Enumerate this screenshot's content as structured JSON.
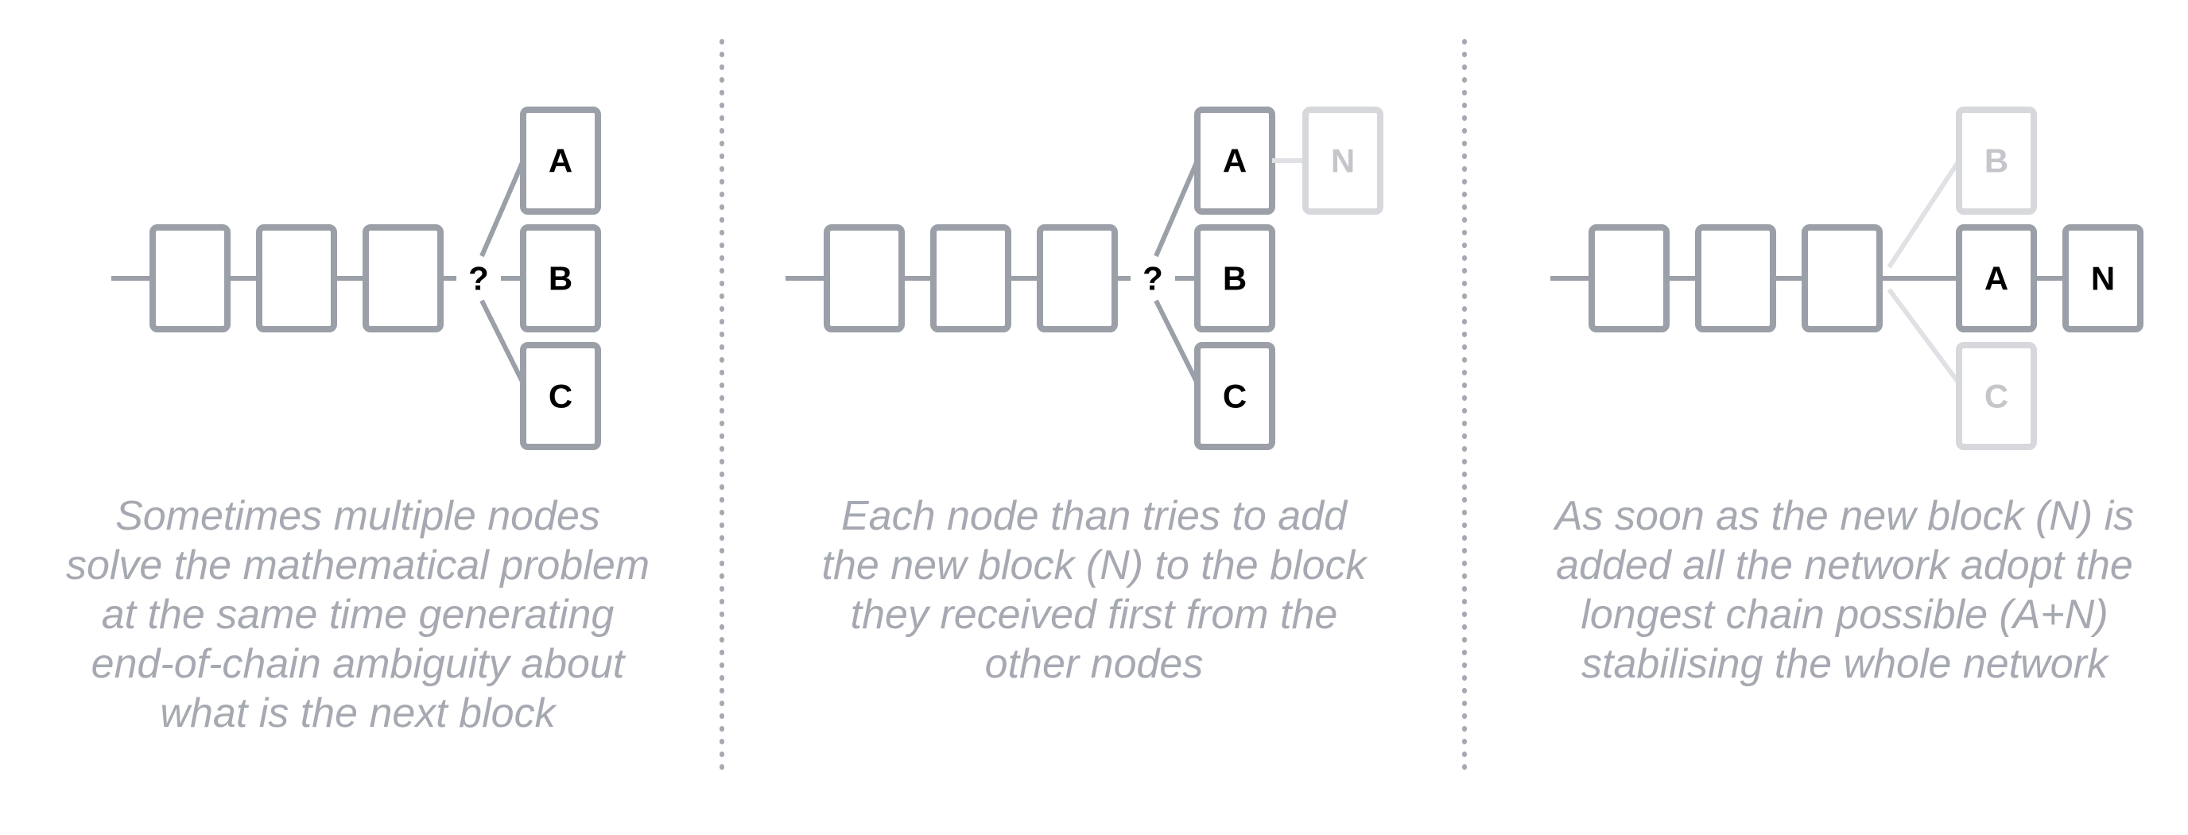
{
  "colors": {
    "line": "#9b9fa8",
    "box": "#9b9fa8",
    "faded": "#d6d8dc",
    "label": "#000000",
    "faded_label": "#c4c6ca",
    "caption": "#a6a9b1",
    "separator": "#a6a9b1"
  },
  "panels": [
    {
      "ambiguity_marker": "?",
      "blocks": [
        {
          "label": "A",
          "faded": false
        },
        {
          "label": "B",
          "faded": false
        },
        {
          "label": "C",
          "faded": false
        }
      ],
      "caption_lines": [
        "Sometimes multiple nodes",
        "solve the mathematical problem",
        "at the same time generating",
        "end-of-chain ambiguity about",
        "what is the next block"
      ]
    },
    {
      "ambiguity_marker": "?",
      "blocks": [
        {
          "label": "A",
          "faded": false
        },
        {
          "label": "N",
          "faded": true
        },
        {
          "label": "B",
          "faded": false
        },
        {
          "label": "C",
          "faded": false
        }
      ],
      "caption_lines": [
        "Each node than tries to add",
        "the new block (N) to the block",
        "they received first from the",
        "other nodes"
      ]
    },
    {
      "ambiguity_marker": "",
      "blocks": [
        {
          "label": "B",
          "faded": true
        },
        {
          "label": "A",
          "faded": false
        },
        {
          "label": "N",
          "faded": false
        },
        {
          "label": "C",
          "faded": true
        }
      ],
      "caption_lines": [
        "As soon as the new block (N) is",
        "added all the network adopt the",
        "longest chain possible (A+N)",
        "stabilising the whole network"
      ]
    }
  ]
}
